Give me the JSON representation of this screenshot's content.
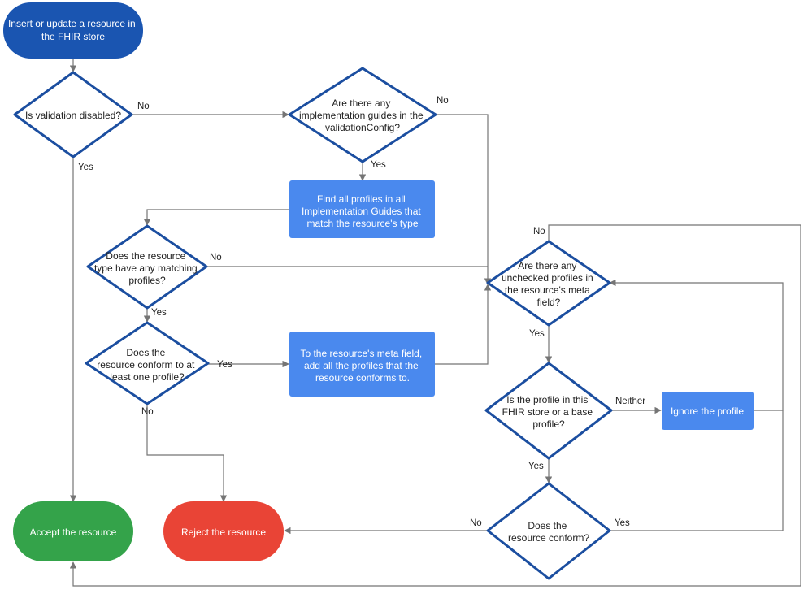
{
  "colors": {
    "start": "#1a55b1",
    "process": "#4a89ee",
    "decision_border": "#1b4ea0",
    "accept": "#34a34a",
    "reject": "#e94436",
    "line": "#757575"
  },
  "nodes": {
    "start": [
      "Insert or update a resource in",
      "the FHIR store"
    ],
    "d_validation": [
      "Is validation disabled?"
    ],
    "d_impl_guides": [
      "Are there any",
      "implementation guides in the",
      "validationConfig?"
    ],
    "p_find_profiles": [
      "Find all profiles in all",
      "Implementation Guides that",
      "match the resource's type"
    ],
    "d_matching": [
      "Does the resource",
      "type have any matching",
      "profiles?"
    ],
    "d_conform_one": [
      "Does the",
      "resource conform to at",
      "least one profile?"
    ],
    "p_add_profiles": [
      "To the resource's meta field,",
      "add all the profiles that the",
      "resource conforms to."
    ],
    "d_unchecked": [
      "Are there any",
      "unchecked profiles in",
      "the resource's meta",
      "field?"
    ],
    "d_profile_store": [
      "Is the profile in this",
      "FHIR store or a base",
      "profile?"
    ],
    "p_ignore": [
      "Ignore the profile"
    ],
    "d_resource_conform": [
      "Does the",
      "resource conform?"
    ],
    "accept": [
      "Accept the resource"
    ],
    "reject": [
      "Reject the resource"
    ]
  },
  "edge_labels": {
    "validation_no": "No",
    "validation_yes": "Yes",
    "impl_no": "No",
    "impl_yes": "Yes",
    "matching_no": "No",
    "matching_yes": "Yes",
    "conform_one_yes": "Yes",
    "conform_one_no": "No",
    "unchecked_no": "No",
    "unchecked_yes": "Yes",
    "profile_neither": "Neither",
    "profile_yes": "Yes",
    "resource_conform_no": "No",
    "resource_conform_yes": "Yes"
  }
}
